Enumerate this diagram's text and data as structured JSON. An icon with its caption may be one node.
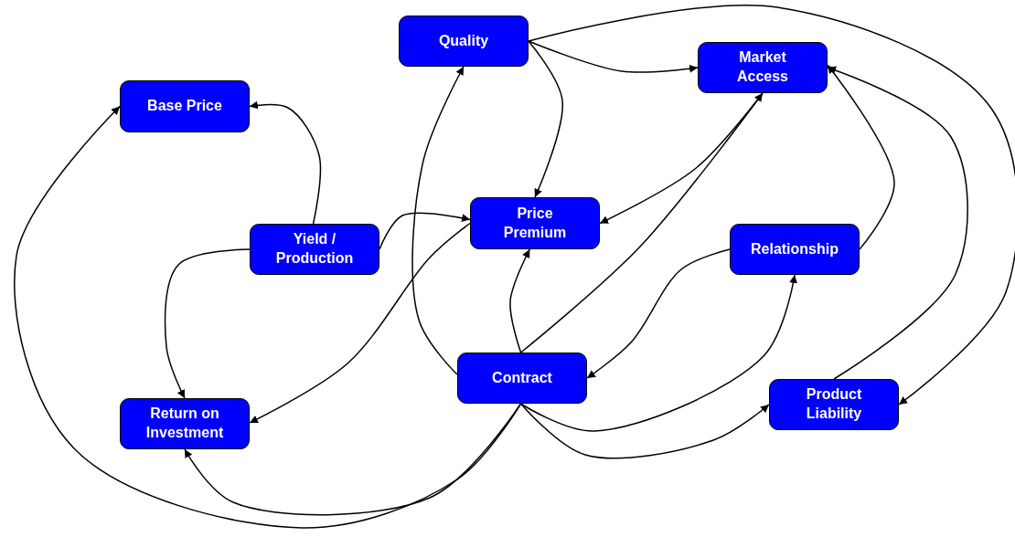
{
  "diagram": {
    "nodes": [
      {
        "text": [
          "Quality"
        ]
      },
      {
        "text": [
          "Market Access"
        ]
      },
      {
        "text": [
          "Base Price"
        ]
      },
      {
        "text": [
          "Price Premium"
        ]
      },
      {
        "text": [
          "Yield / Production"
        ]
      },
      {
        "text": [
          "Relationship"
        ]
      },
      {
        "text": [
          "Contract"
        ]
      },
      {
        "text": [
          "Return on Investment"
        ]
      },
      {
        "text": [
          "Product Liability"
        ]
      }
    ],
    "edges": [
      {
        "from": 4,
        "to": 2,
        "arrow": "to"
      },
      {
        "from": 4,
        "to": 3,
        "arrow": "to"
      },
      {
        "from": 4,
        "to": 7,
        "arrow": "to"
      },
      {
        "from": 3,
        "to": 7,
        "arrow": "to"
      },
      {
        "from": 6,
        "to": 0,
        "arrow": "to"
      },
      {
        "from": 0,
        "to": 1,
        "arrow": "to"
      },
      {
        "from": 0,
        "to": 3,
        "arrow": "to"
      },
      {
        "from": 0,
        "to": 8,
        "arrow": "to"
      },
      {
        "from": 1,
        "to": 3,
        "arrow": "to"
      },
      {
        "from": 6,
        "to": 1,
        "arrow": "to"
      },
      {
        "from": 6,
        "to": 3,
        "arrow": "to"
      },
      {
        "from": 5,
        "to": 6,
        "arrow": "to"
      },
      {
        "from": 5,
        "to": 1,
        "arrow": "to"
      },
      {
        "from": 6,
        "to": 5,
        "arrow": "to"
      },
      {
        "from": 6,
        "to": 8,
        "arrow": "to"
      },
      {
        "from": 8,
        "to": 1,
        "arrow": "to"
      },
      {
        "from": 6,
        "to": 7,
        "arrow": "to"
      },
      {
        "from": 6,
        "to": 2,
        "arrow": "to"
      }
    ]
  }
}
